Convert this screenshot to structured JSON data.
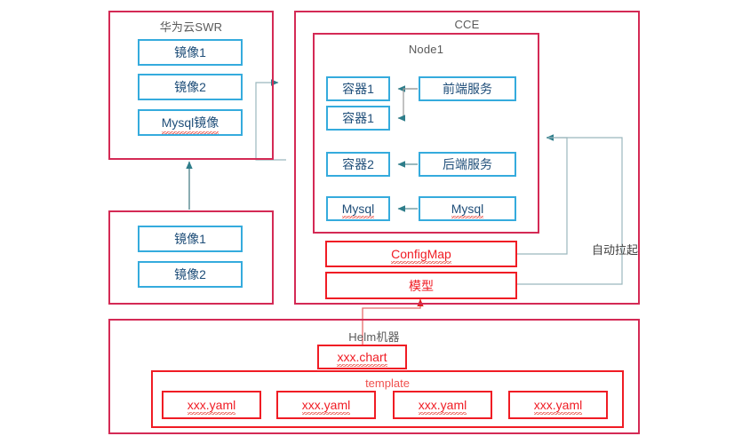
{
  "diagram": {
    "title_swr": "华为云SWR",
    "title_cce": "CCE",
    "title_node": "Node1",
    "title_helm": "Helm机器",
    "title_template": "template",
    "label_auto_pull": "自动拉起",
    "colors": {
      "group_border": "#D42A55",
      "blue_border": "#35ABDD",
      "blue_text": "#1F4E79",
      "red": "#F01C24",
      "title_text": "#5a5a5a",
      "wire": "#8a8a8a",
      "wire_teal": "#2E7D8A"
    },
    "swr_images": [
      {
        "label": "镜像1",
        "misspelled": false
      },
      {
        "label": "镜像2",
        "misspelled": false
      },
      {
        "label": "Mysql镜像",
        "misspelled": true
      }
    ],
    "local_images": [
      {
        "label": "镜像1",
        "misspelled": false
      },
      {
        "label": "镜像2",
        "misspelled": false
      }
    ],
    "node_containers": [
      {
        "label": "容器1",
        "misspelled": false
      },
      {
        "label": "容器1",
        "misspelled": false
      },
      {
        "label": "容器2",
        "misspelled": false
      },
      {
        "label": "Mysql",
        "misspelled": true
      }
    ],
    "node_services": [
      {
        "label": "前端服务",
        "misspelled": false
      },
      {
        "label": "后端服务",
        "misspelled": false
      },
      {
        "label": "Mysql",
        "misspelled": true
      }
    ],
    "cce_resources": [
      {
        "label": "ConfigMap",
        "misspelled": true
      },
      {
        "label": "模型",
        "misspelled": false
      }
    ],
    "helm_chart": {
      "label": "xxx.chart",
      "misspelled": true
    },
    "template_files": [
      {
        "label": "xxx.yaml",
        "misspelled": true
      },
      {
        "label": "xxx.yaml",
        "misspelled": true
      },
      {
        "label": "xxx.yaml",
        "misspelled": true
      },
      {
        "label": "xxx.yaml",
        "misspelled": true
      }
    ]
  }
}
